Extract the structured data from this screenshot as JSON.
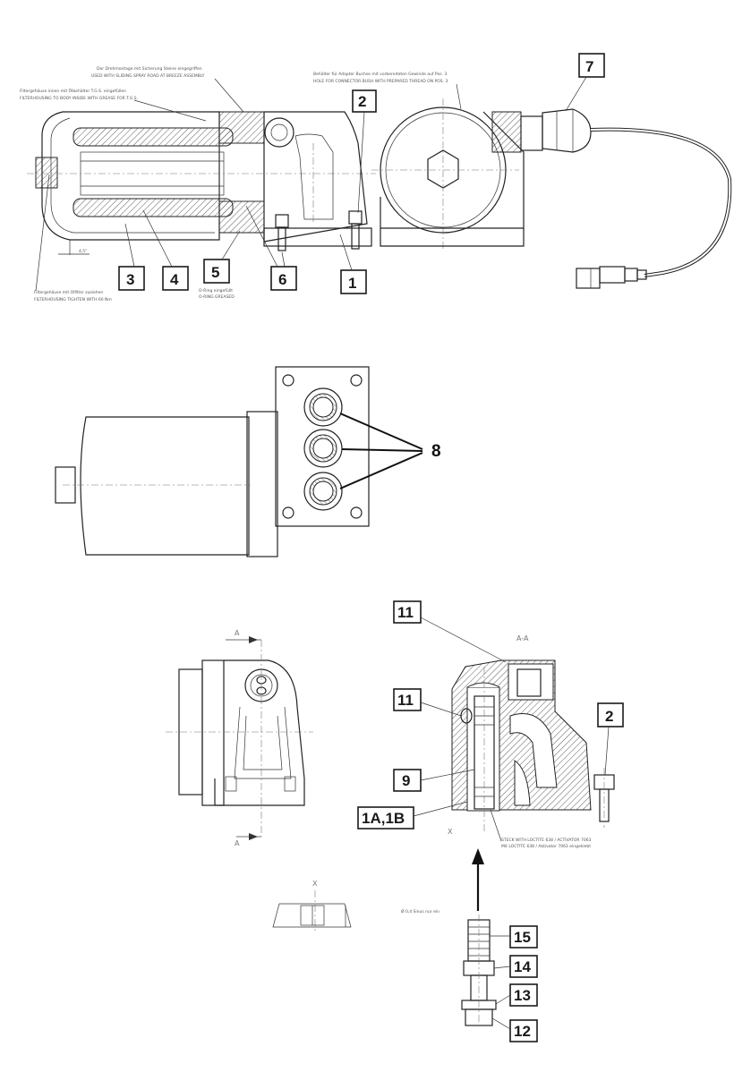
{
  "callouts": {
    "c1": "1",
    "c2": "2",
    "c2b": "2",
    "c3": "3",
    "c4": "4",
    "c5": "5",
    "c6": "6",
    "c7": "7",
    "c8": "8",
    "c9": "9",
    "c11a": "11",
    "c11b": "11",
    "c1ab": "1A,1B",
    "c12": "12",
    "c13": "13",
    "c14": "14",
    "c15": "15"
  },
  "section_labels": {
    "top": "A",
    "bottom": "A",
    "section_view": "A-A",
    "detail": "X",
    "detail_ref": "X"
  },
  "notes": {
    "n1a": "Der Drehmontage mit Sicherung Steine eingegriffen",
    "n1b": "USED WITH SLIDING SPRAY ROAD AT BREEZE ASSEMBLY",
    "n2a": "Filtergehäuse innen mit Ölbehälter T.G.S. eingefüllen",
    "n2b": "FILTERHOUSING TO BODY INSIDE WITH GREASE FOR T.G.S.",
    "n3a": "Behälter für Adapter Buchse mit vorbereiteten Gewinde auf Pos. 3",
    "n3b": "HOLE FOR CONNECTOR BUSH WITH PREPARED THREAD ON POS. 3",
    "n4a": "Filtergehäuse mit Olfilter zuziehen",
    "n4b": "FILTERHOUSING TIGHTEN WITH 60 Nm",
    "n5a": "O-Ring eingefüllt",
    "n5b": "O-RING GREASED",
    "n6a": "STECK WITH LOCTITE 638 / ACTIVATOR 7063",
    "n6b": "Mit LOCTITE 638 / Aktivator 7063 eingeklebt",
    "n7": "Ø 0,4 Sinus nur ein"
  }
}
